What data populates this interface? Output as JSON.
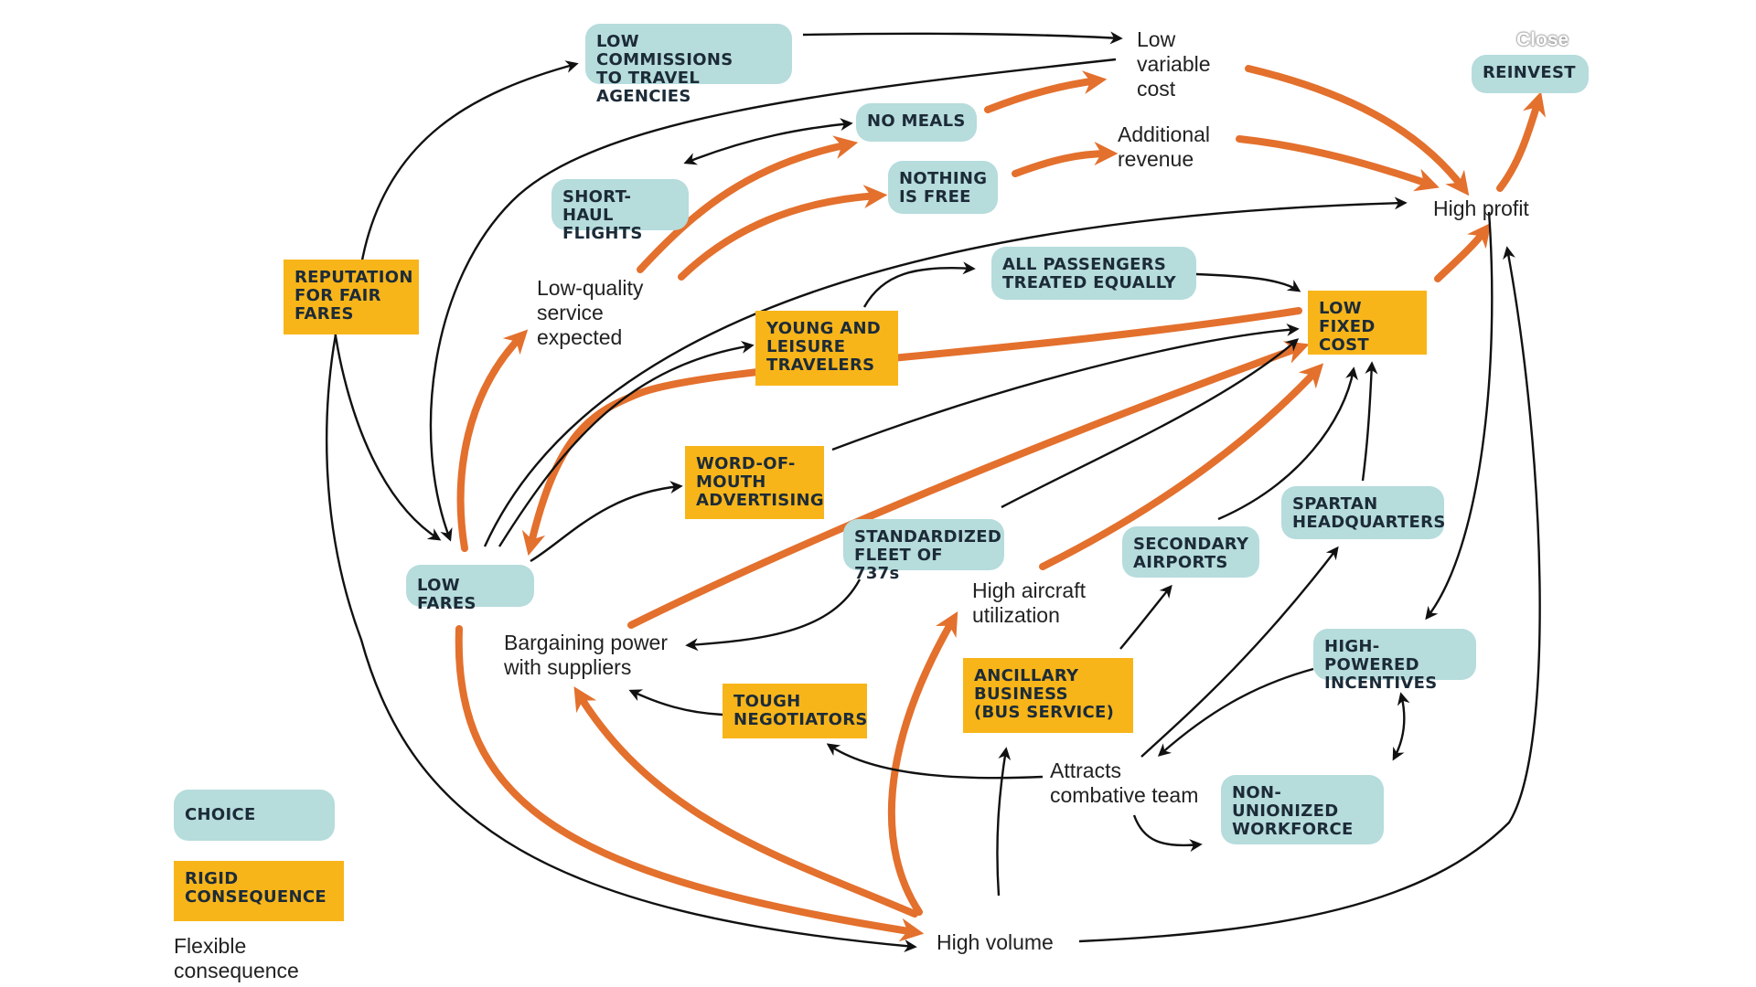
{
  "close_label": "Close",
  "colors": {
    "choice": "#b6dcdc",
    "rigid": "#f8b51a",
    "flexible_arrow": "#e3702d",
    "black_arrow": "#111111"
  },
  "nodes": {
    "low_commissions": "LOW COMMISSIONS\nTO TRAVEL AGENCIES",
    "low_variable_cost": "Low\nvariable\ncost",
    "reinvest": "REINVEST",
    "no_meals": "NO MEALS",
    "additional_revenue": "Additional\nrevenue",
    "short_haul": "SHORT-HAUL\nFLIGHTS",
    "nothing_free": "NOTHING\nIS FREE",
    "high_profit": "High profit",
    "reputation": "REPUTATION\nFOR FAIR\nFARES",
    "low_quality": "Low-quality\nservice\nexpected",
    "all_passengers": "ALL PASSENGERS\nTREATED EQUALLY",
    "low_fixed_cost": "LOW FIXED\nCOST",
    "young_leisure": "YOUNG AND\nLEISURE\nTRAVELERS",
    "word_of_mouth": "WORD-OF-\nMOUTH\nADVERTISING",
    "spartan_hq": "SPARTAN\nHEADQUARTERS",
    "standardized_fleet": "STANDARDIZED\nFLEET OF 737s",
    "secondary_airports": "SECONDARY\nAIRPORTS",
    "low_fares": "LOW FARES",
    "high_utilization": "High aircraft\nutilization",
    "bargaining_power": "Bargaining power\nwith suppliers",
    "high_powered_incentives": "HIGH-POWERED\nINCENTIVES",
    "ancillary_business": "ANCILLARY\nBUSINESS\n(BUS SERVICE)",
    "tough_negotiators": "TOUGH\nNEGOTIATORS",
    "combative_team": "Attracts\ncombative team",
    "non_unionized": "NON-\nUNIONIZED\nWORKFORCE",
    "high_volume": "High volume"
  },
  "legend": {
    "choice": "CHOICE",
    "rigid": "RIGID\nCONSEQUENCE",
    "flexible": "Flexible\nconsequence"
  }
}
